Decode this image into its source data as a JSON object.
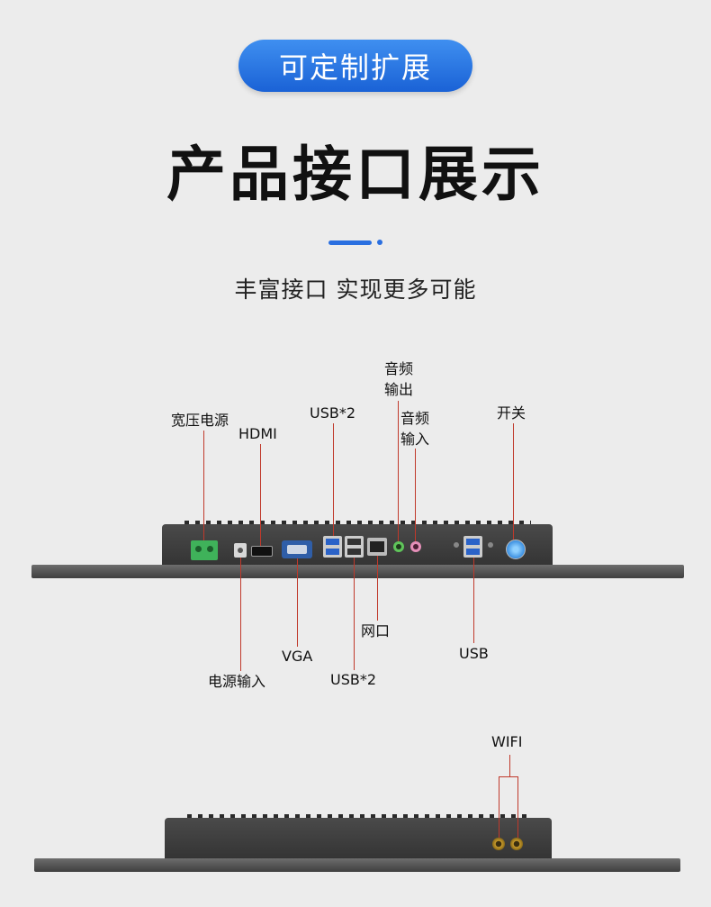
{
  "header": {
    "badge": "可定制扩展",
    "title": "产品接口展示",
    "subtitle": "丰富接口 实现更多可能"
  },
  "labels": {
    "wide_power": "宽压电源",
    "hdmi": "HDMI",
    "usb2_top": "USB*2",
    "audio_out_1": "音频",
    "audio_out_2": "输出",
    "audio_in_1": "音频",
    "audio_in_2": "输入",
    "power_switch": "开关",
    "lan": "网口",
    "vga": "VGA",
    "usb": "USB",
    "usb2_bottom": "USB*2",
    "dc_in": "电源输入",
    "wifi": "WIFI"
  },
  "colors": {
    "accent": "#2a6fe0",
    "leader_line": "#c0392b",
    "background": "#ececec"
  }
}
